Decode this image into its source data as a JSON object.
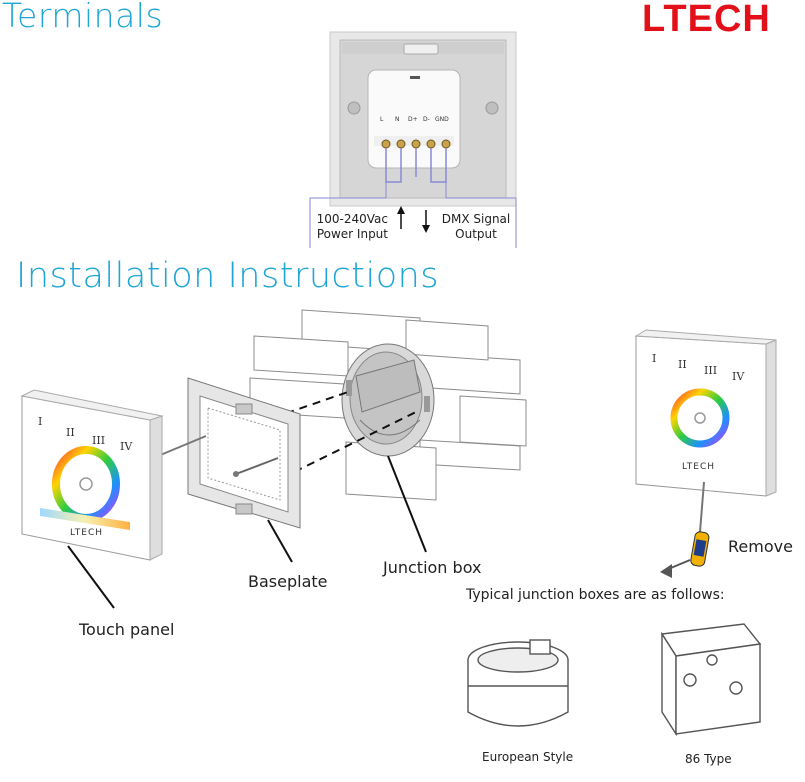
{
  "brand": {
    "logo_text": "LTECH",
    "color": "#e3101a"
  },
  "sections": {
    "terminals_title": "Terminals",
    "install_title": "Installation Instructions"
  },
  "terminals": {
    "pins": [
      "L",
      "N",
      "D+",
      "D-",
      "GND"
    ],
    "power_label_line1": "100-240Vac",
    "power_label_line2": "Power Input",
    "dmx_label_line1": "DMX Signal",
    "dmx_label_line2": "Output"
  },
  "install": {
    "touch_panel_label": "Touch panel",
    "baseplate_label": "Baseplate",
    "junction_box_label": "Junction box",
    "remove_label": "Remove",
    "typical_boxes_label": "Typical junction boxes are as follows:",
    "european_style_label": "European Style",
    "type86_label": "86 Type",
    "panel_numerals": [
      "I",
      "II",
      "III",
      "IV"
    ],
    "panel_brand": "LTECH"
  },
  "colors": {
    "accent": "#1ea6d6",
    "brand_red": "#e3101a"
  }
}
